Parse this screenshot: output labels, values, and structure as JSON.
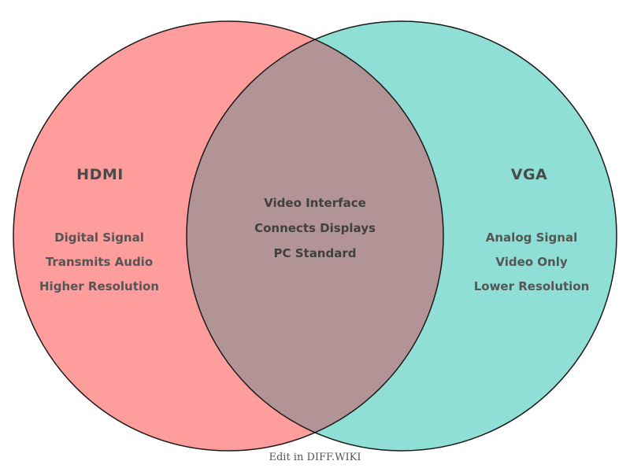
{
  "diagram": {
    "type": "venn",
    "left": {
      "title": "HDMI",
      "items": [
        "Digital Signal",
        "Transmits Audio",
        "Higher Resolution"
      ]
    },
    "right": {
      "title": "VGA",
      "items": [
        "Analog Signal",
        "Video Only",
        "Lower Resolution"
      ]
    },
    "center": {
      "items": [
        "Video Interface",
        "Connects Displays",
        "PC Standard"
      ]
    },
    "caption": "Edit in DIFF.WIKI",
    "colors": {
      "left_fill": "#ff9d9c",
      "right_fill": "#8fdfd6",
      "overlap_fill": "#b39496",
      "stroke": "#1a1a1a",
      "text": "#4d4d4d"
    }
  }
}
